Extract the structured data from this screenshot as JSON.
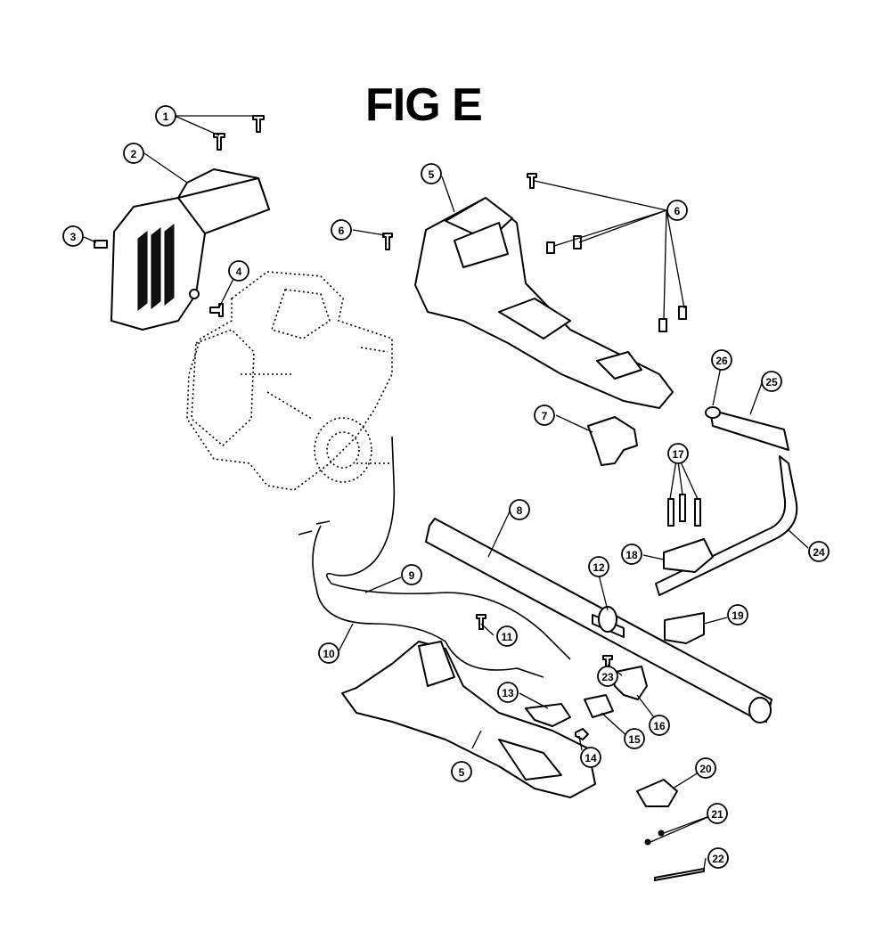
{
  "title": "FIG E",
  "callouts": [
    {
      "id": "c1",
      "label": "1"
    },
    {
      "id": "c2",
      "label": "2"
    },
    {
      "id": "c3",
      "label": "3"
    },
    {
      "id": "c4",
      "label": "4"
    },
    {
      "id": "c5a",
      "label": "5"
    },
    {
      "id": "c5b",
      "label": "5"
    },
    {
      "id": "c6a",
      "label": "6"
    },
    {
      "id": "c6b",
      "label": "6"
    },
    {
      "id": "c7",
      "label": "7"
    },
    {
      "id": "c8",
      "label": "8"
    },
    {
      "id": "c9",
      "label": "9"
    },
    {
      "id": "c10",
      "label": "10"
    },
    {
      "id": "c11",
      "label": "11"
    },
    {
      "id": "c12",
      "label": "12"
    },
    {
      "id": "c13",
      "label": "13"
    },
    {
      "id": "c14",
      "label": "14"
    },
    {
      "id": "c15",
      "label": "15"
    },
    {
      "id": "c16",
      "label": "16"
    },
    {
      "id": "c17",
      "label": "17"
    },
    {
      "id": "c18",
      "label": "18"
    },
    {
      "id": "c19",
      "label": "19"
    },
    {
      "id": "c20",
      "label": "20"
    },
    {
      "id": "c21",
      "label": "21"
    },
    {
      "id": "c22",
      "label": "22"
    },
    {
      "id": "c23",
      "label": "23"
    },
    {
      "id": "c24",
      "label": "24"
    },
    {
      "id": "c25",
      "label": "25"
    },
    {
      "id": "c26",
      "label": "26"
    }
  ]
}
